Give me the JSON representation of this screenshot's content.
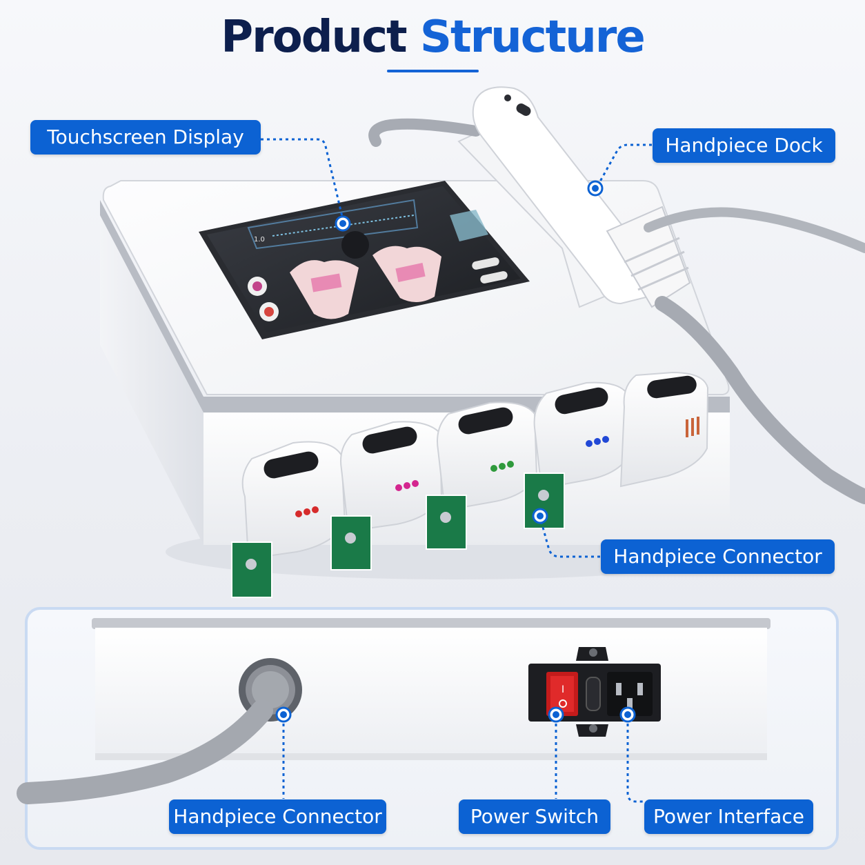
{
  "title": {
    "part1": "Product",
    "part2": "Structure"
  },
  "colors": {
    "accent": "#1463d6",
    "navy": "#0d1f4d",
    "label_bg": "#0c62d3"
  },
  "labels": {
    "touchscreen_display": "Touchscreen Display",
    "handpiece_dock": "Handpiece Dock",
    "handpiece_connector_top": "Handpiece Connector",
    "handpiece_connector_bottom": "Handpiece Connector",
    "power_switch": "Power Switch",
    "power_interface": "Power Interface"
  },
  "screen_readout": {
    "value": "1.0"
  },
  "cartridge_dot_colors": [
    "#d62b2b",
    "#d4268f",
    "#2f9a3c",
    "#2148d6",
    "#c9643a"
  ]
}
